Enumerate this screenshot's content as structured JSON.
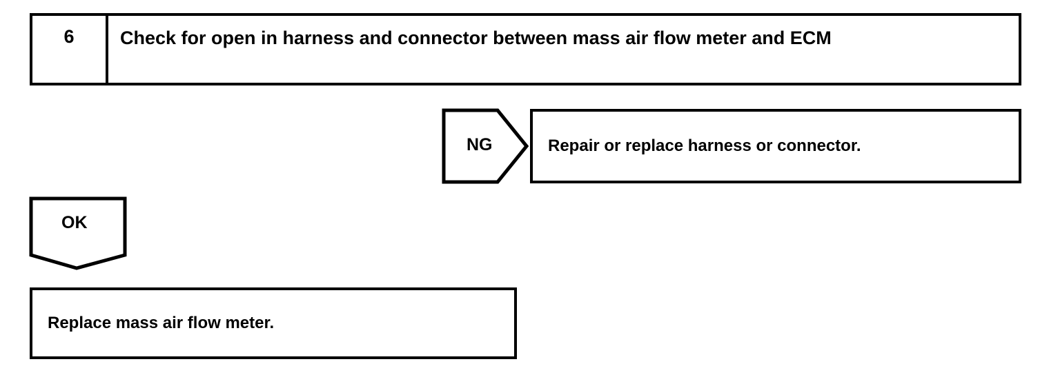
{
  "diagram": {
    "type": "troubleshooting-flowchart",
    "colors": {
      "line": "#000000",
      "background": "#ffffff",
      "text": "#000000"
    },
    "step": {
      "number": "6",
      "title": "Check for open in harness and connector between mass air flow meter and ECM"
    },
    "branches": [
      {
        "label": "NG",
        "shape": "right-arrow-pentagon",
        "result": "Repair or replace harness or connector."
      },
      {
        "label": "OK",
        "shape": "down-arrow-pentagon",
        "result": "Replace mass air flow meter."
      }
    ],
    "ng": {
      "label": "NG",
      "result": "Repair or replace harness or connector."
    },
    "ok": {
      "label": "OK",
      "result": "Replace mass air flow meter."
    }
  }
}
